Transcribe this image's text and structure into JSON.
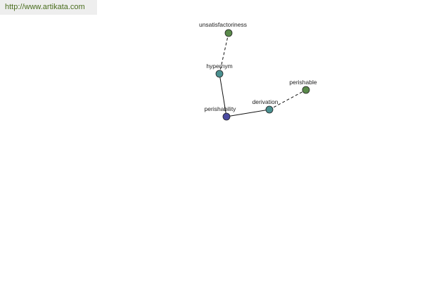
{
  "site": {
    "url": "http://www.artikata.com"
  },
  "graph": {
    "nodes": [
      {
        "id": "unsatisfactoriness",
        "label": "unsatisfactoriness",
        "color": "#5a8a4a"
      },
      {
        "id": "hypernym",
        "label": "hypernym",
        "color": "#4a9090"
      },
      {
        "id": "perishability",
        "label": "perishability",
        "color": "#4a4aa0"
      },
      {
        "id": "derivation",
        "label": "derivation",
        "color": "#4a9090"
      },
      {
        "id": "perishable",
        "label": "perishable",
        "color": "#5a8a4a"
      }
    ],
    "edges": [
      {
        "from": "unsatisfactoriness",
        "to": "hypernym",
        "style": "dashed"
      },
      {
        "from": "hypernym",
        "to": "perishability",
        "style": "solid"
      },
      {
        "from": "perishability",
        "to": "derivation",
        "style": "solid"
      },
      {
        "from": "derivation",
        "to": "perishable",
        "style": "dashed"
      }
    ]
  }
}
